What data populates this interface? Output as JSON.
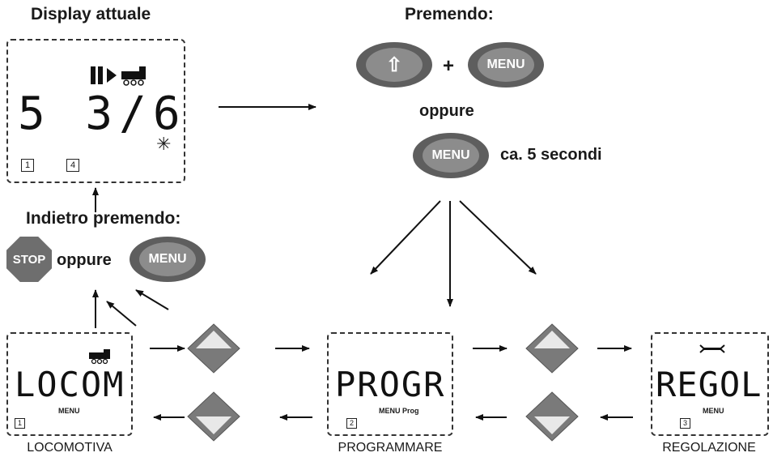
{
  "headings": {
    "display_attuale": "Display attuale",
    "premendo": "Premendo:",
    "indietro": "Indietro premendo:"
  },
  "current_display": {
    "segments": "5 3/6",
    "keys": [
      "1",
      "4"
    ]
  },
  "buttons": {
    "shift_symbol": "⇧",
    "plus": "+",
    "menu": "MENU",
    "stop": "STOP"
  },
  "texts": {
    "oppure": "oppure",
    "ca_5_secondi": "ca. 5 secondi"
  },
  "screens": [
    {
      "segments": "LOCOM",
      "menu": "MENU",
      "key": "1",
      "icon": "train-icon",
      "caption": "LOCOMOTIVA"
    },
    {
      "segments": "PROGR",
      "menu": "MENU  Prog",
      "key": "2",
      "icon": "",
      "caption": "PROGRAMMARE"
    },
    {
      "segments": "REGOL",
      "menu": "MENU",
      "key": "3",
      "icon": "wrench-icon",
      "caption": "REGOLAZIONE"
    }
  ],
  "colors": {
    "button_outer": "#5e5e5e",
    "button_inner": "#8c8c8c",
    "stop": "#6e6e6e",
    "diamond": "#7a7a7a"
  }
}
